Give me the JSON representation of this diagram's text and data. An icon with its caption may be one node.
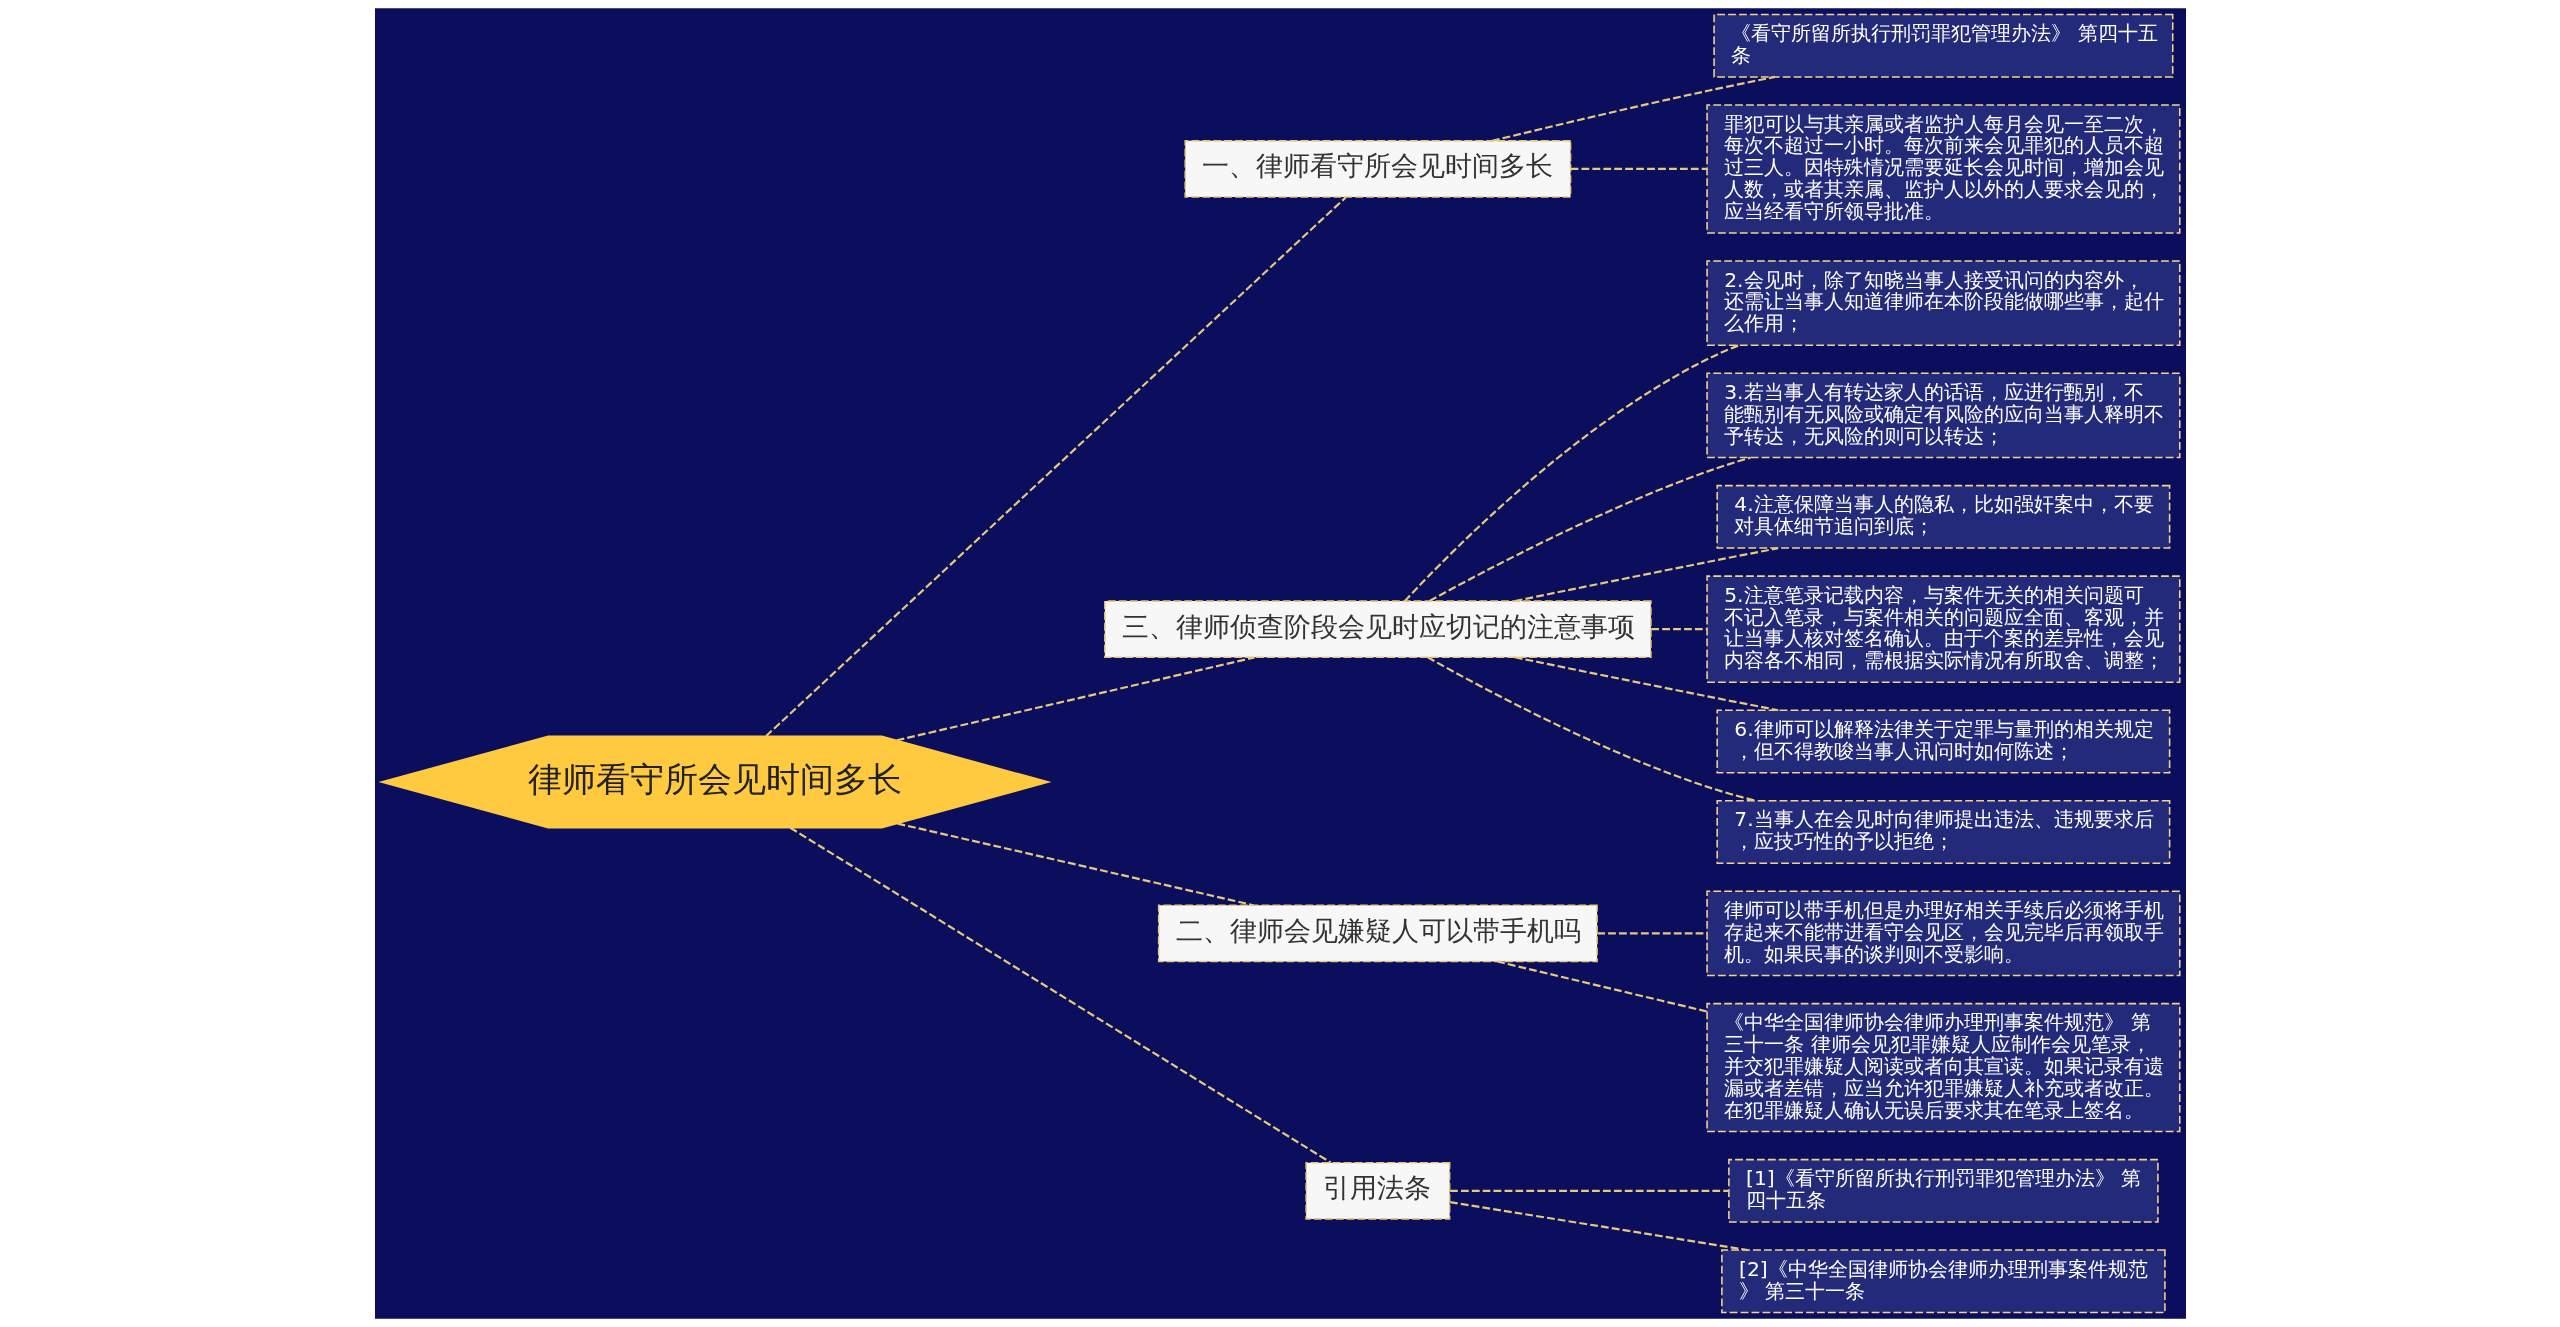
{
  "diagram": {
    "nodes": [
      {
        "text": [
          "律师看守所会见时间多长"
        ]
      },
      {
        "text": [
          "一、律师看守所会见时间多长"
        ]
      },
      {
        "text": [
          "《看守所留所执行刑罚罪犯管理办法》 第四十五条"
        ]
      },
      {
        "text": [
          "罪犯可以与其亲属或者监护人每月会见一至二次，每次不超过一小时。每次前来会见罪犯的人员不超过三人。因特殊情况需要延长会见时间，增加会见人数，或者其亲属、监护人以外的人要求会见的，应当经看守所领导批准。"
        ]
      },
      {
        "text": [
          "三、律师侦查阶段会见时应切记的注意事项"
        ]
      },
      {
        "text": [
          "2.会见时，除了知晓当事人接受讯问的内容外，还需让当事人知道律师在本阶段能做哪些事，起什么作用；"
        ]
      },
      {
        "text": [
          "3.若当事人有转达家人的话语，应进行甄别，不能甄别有无风险或确定有风险的应向当事人释明不予转达，无风险的则可以转达；"
        ]
      },
      {
        "text": [
          "4.注意保障当事人的隐私，比如强奸案中，不要对具体细节追问到底；"
        ]
      },
      {
        "text": [
          "5.注意笔录记载内容，与案件无关的相关问题可不记入笔录，与案件相关的问题应全面、客观，并让当事人核对签名确认。由于个案的差异性，会见内容各不相同，需根据实际情况有所取舍、调整；"
        ]
      },
      {
        "text": [
          "6.律师可以解释法律关于定罪与量刑的相关规定，但不得教唆当事人讯问时如何陈述；"
        ]
      },
      {
        "text": [
          "7.当事人在会见时向律师提出违法、违规要求后，应技巧性的予以拒绝；"
        ]
      },
      {
        "text": [
          "二、律师会见嫌疑人可以带手机吗"
        ]
      },
      {
        "text": [
          "律师可以带手机但是办理好相关手续后必须将手机存起来不能带进看守会见区，会见完毕后再领取手机。如果民事的谈判则不受影响。"
        ]
      },
      {
        "text": [
          "《中华全国律师协会律师办理刑事案件规范》 第三十一条 律师会见犯罪嫌疑人应制作会见笔录，并交犯罪嫌疑人阅读或者向其宣读。如果记录有遗漏或者差错，应当允许犯罪嫌疑人补充或者改正。在犯罪嫌疑人确认无误后要求其在笔录上签名。"
        ]
      },
      {
        "text": [
          "引用法条"
        ]
      },
      {
        "text": [
          "[1]《看守所留所执行刑罚罪犯管理办法》 第四十五条"
        ]
      },
      {
        "text": [
          "[2]《中华全国律师协会律师办理刑事案件规范》 第三十一条"
        ]
      }
    ],
    "edges": [
      {
        "from": 0,
        "to": 1,
        "arrow": "none"
      },
      {
        "from": 1,
        "to": 2,
        "arrow": "none"
      },
      {
        "from": 1,
        "to": 3,
        "arrow": "none"
      },
      {
        "from": 0,
        "to": 4,
        "arrow": "none"
      },
      {
        "from": 4,
        "to": 5,
        "arrow": "none"
      },
      {
        "from": 4,
        "to": 6,
        "arrow": "none"
      },
      {
        "from": 4,
        "to": 7,
        "arrow": "none"
      },
      {
        "from": 4,
        "to": 8,
        "arrow": "none"
      },
      {
        "from": 4,
        "to": 9,
        "arrow": "none"
      },
      {
        "from": 4,
        "to": 10,
        "arrow": "none"
      },
      {
        "from": 0,
        "to": 11,
        "arrow": "none"
      },
      {
        "from": 11,
        "to": 12,
        "arrow": "none"
      },
      {
        "from": 11,
        "to": 13,
        "arrow": "none"
      },
      {
        "from": 0,
        "to": 14,
        "arrow": "none"
      },
      {
        "from": 14,
        "to": 15,
        "arrow": "none"
      },
      {
        "from": 14,
        "to": 16,
        "arrow": "none"
      }
    ]
  }
}
